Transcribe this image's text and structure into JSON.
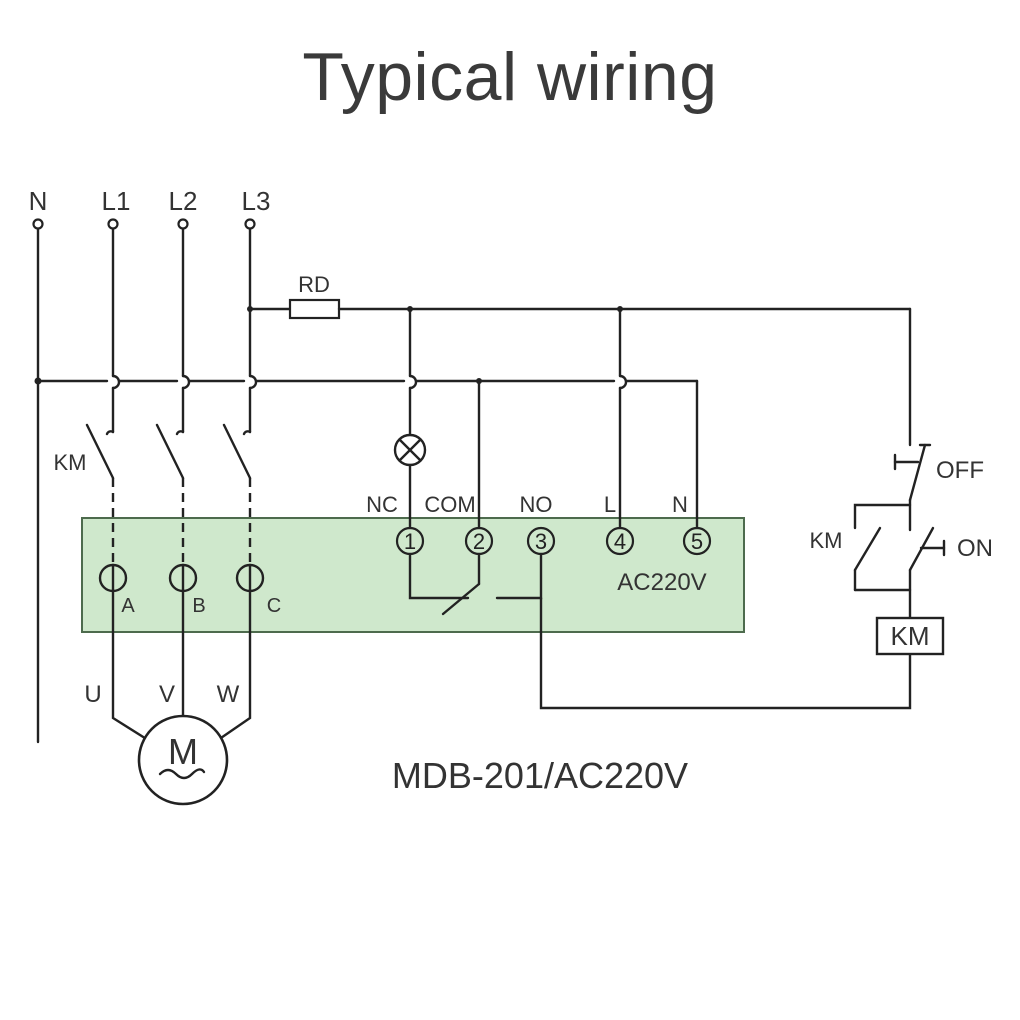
{
  "title": "Typical wiring",
  "colors": {
    "module_fill": "#cfe8cc",
    "module_stroke": "#4d6b4d",
    "line": "#222222",
    "title": "#3a3a3a"
  },
  "supply": {
    "n": "N",
    "l1": "L1",
    "l2": "L2",
    "l3": "L3"
  },
  "fuse_label": "RD",
  "contactor_label": "KM",
  "module": {
    "phase_terminals": {
      "a": "A",
      "b": "B",
      "c": "C"
    },
    "terminal_labels": {
      "nc": "NC",
      "com": "COM",
      "no": "NO",
      "l": "L",
      "n": "N"
    },
    "terminal_numbers": {
      "t1": "1",
      "t2": "2",
      "t3": "3",
      "t4": "4",
      "t5": "5"
    },
    "voltage": "AC220V"
  },
  "motor": {
    "u": "U",
    "v": "V",
    "w": "W",
    "symbol": "M"
  },
  "control": {
    "off_label": "OFF",
    "on_label": "ON",
    "aux_contact_label": "KM",
    "coil_label": "KM"
  },
  "model": "MDB-201/AC220V"
}
